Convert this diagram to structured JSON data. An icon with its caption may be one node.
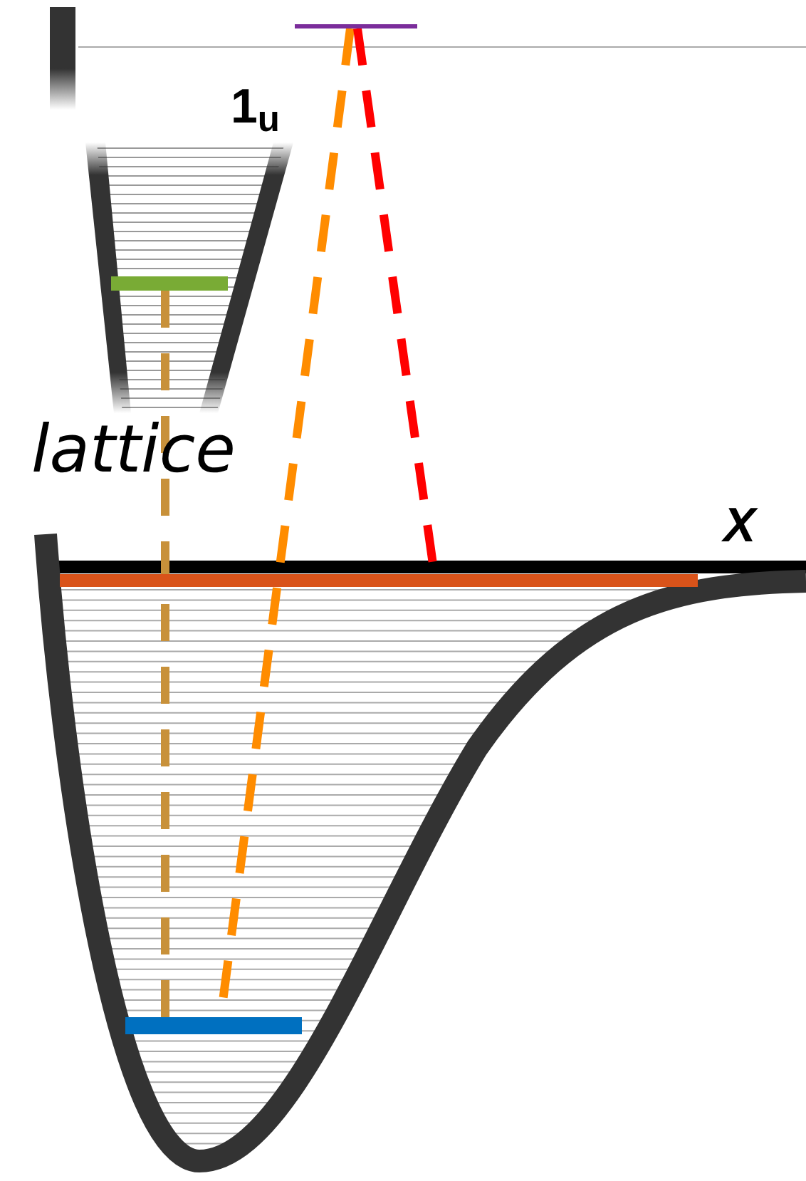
{
  "diagram": {
    "nodes": [
      {
        "text": [],
        "shape": "bar"
      },
      {
        "text": [],
        "shape": "bar"
      },
      {
        "text": [],
        "shape": "bar"
      },
      {
        "text": [],
        "shape": "bar"
      }
    ],
    "edges": [
      {
        "from": 1,
        "to": 3,
        "arrow": "none",
        "style": "dashed",
        "color": "#c8913a"
      },
      {
        "from": 0,
        "to": 3,
        "arrow": "none",
        "style": "dashed",
        "color": "#ff8c00"
      },
      {
        "from": 0,
        "to": 2,
        "arrow": "none",
        "style": "dashed",
        "color": "#ff0000"
      }
    ],
    "labels": [
      "1$_{u}$",
      "lattice",
      "X"
    ]
  }
}
